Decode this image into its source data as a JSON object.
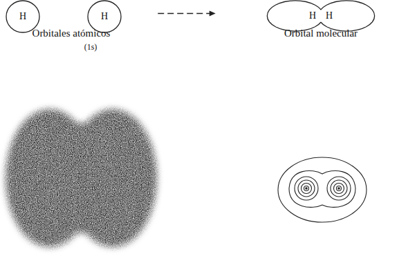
{
  "diagram": {
    "nodes": [
      {
        "text": [
          "H"
        ]
      },
      {
        "text": [
          "H"
        ]
      },
      {
        "text": [
          "H",
          "H"
        ]
      }
    ],
    "edges": [
      {
        "from": 1,
        "to": 2,
        "arrow": "to"
      }
    ],
    "labels": [
      "Orbitales atómicos",
      "(1s)",
      "Orbital molecular"
    ]
  }
}
